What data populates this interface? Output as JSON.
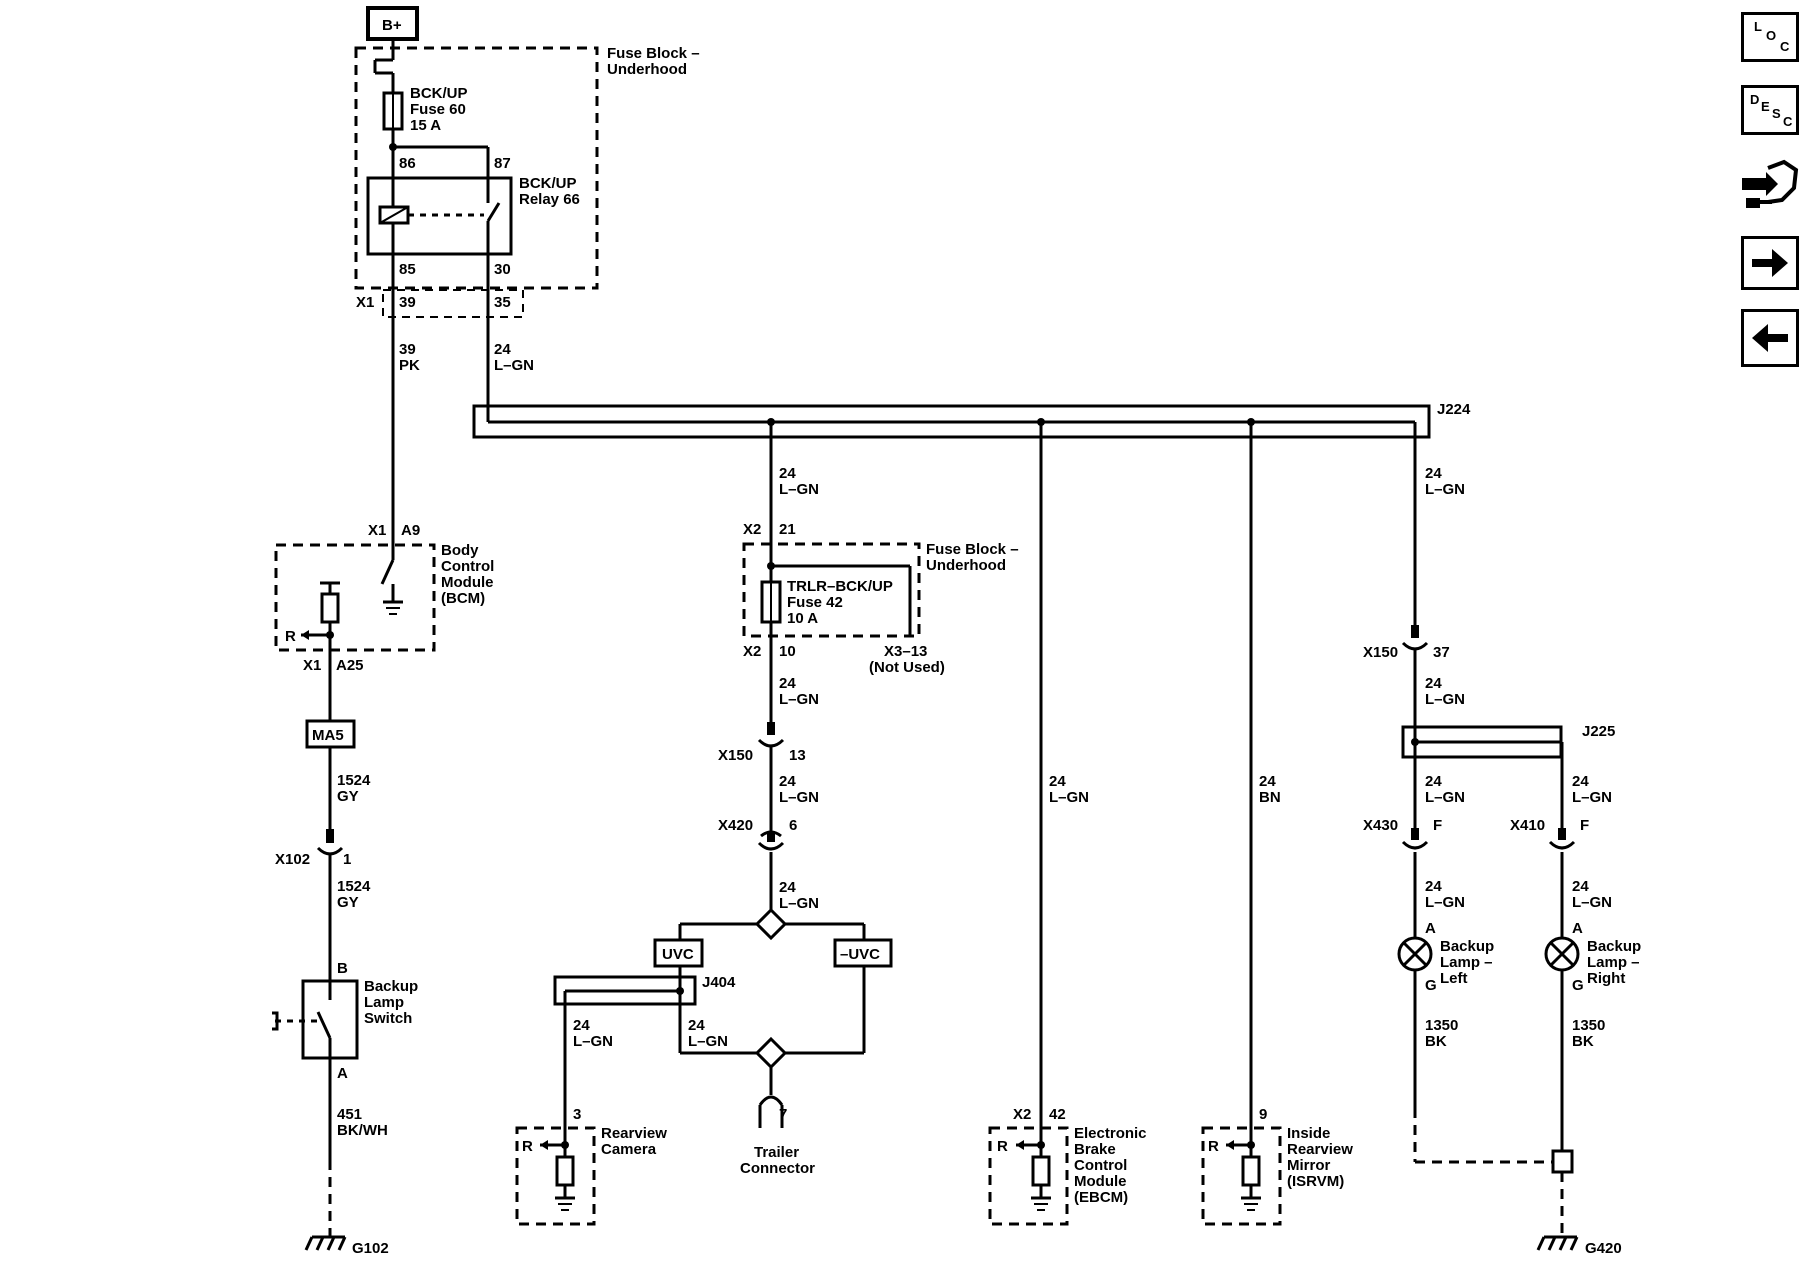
{
  "power": {
    "label": "B+"
  },
  "fuse_block_top": {
    "title_line1": "Fuse Block –",
    "title_line2": "Underhood"
  },
  "fuse60": {
    "name": "BCK/UP",
    "fuse": "Fuse 60",
    "rating": "15 A"
  },
  "relay": {
    "name": "BCK/UP",
    "title": "Relay 66",
    "pin86": "86",
    "pin87": "87",
    "pin85": "85",
    "pin30": "30"
  },
  "x1_top": {
    "conn": "X1",
    "pin_a": "39",
    "pin_b": "35"
  },
  "wire_39": {
    "circuit": "39",
    "color": "PK"
  },
  "wire_24_top": {
    "circuit": "24",
    "color": "L–GN"
  },
  "splice_j224": {
    "label": "J224"
  },
  "bcm": {
    "conn": "X1",
    "pin_in": "A9",
    "line1": "Body",
    "line2": "Control",
    "line3": "Module",
    "line4": "(BCM)",
    "r_label": "R",
    "conn_out": "X1",
    "pin_out": "A25"
  },
  "ma5": {
    "label": "MA5"
  },
  "wire_1524_a": {
    "circuit": "1524",
    "color": "GY"
  },
  "x102": {
    "conn": "X102",
    "pin": "1"
  },
  "wire_1524_b": {
    "circuit": "1524",
    "color": "GY"
  },
  "backup_switch": {
    "pin_b": "B",
    "line1": "Backup",
    "line2": "Lamp",
    "line3": "Switch",
    "pin_a": "A"
  },
  "wire_451": {
    "circuit": "451",
    "color": "BK/WH"
  },
  "ground_g102": {
    "label": "G102"
  },
  "trailer_branch": {
    "wire_in": {
      "circuit": "24",
      "color": "L–GN"
    },
    "conn_in": "X2",
    "pin_in": "21",
    "fb_line1": "Fuse Block –",
    "fb_line2": "Underhood",
    "fuse_name": "TRLR–BCK/UP",
    "fuse_num": "Fuse 42",
    "fuse_rating": "10 A",
    "conn_out": "X2",
    "pin_out": "10",
    "x3_pin": "X3–13",
    "not_used": "(Not Used)",
    "wire_a": {
      "circuit": "24",
      "color": "L–GN"
    },
    "x150": "X150",
    "x150_pin": "13",
    "wire_b": {
      "circuit": "24",
      "color": "L–GN"
    },
    "x420": "X420",
    "x420_pin": "6",
    "wire_c": {
      "circuit": "24",
      "color": "L–GN"
    },
    "uvc": "UVC",
    "not_uvc": "–UVC",
    "j404": "J404",
    "wire_cam": {
      "circuit": "24",
      "color": "L–GN"
    },
    "wire_trl": {
      "circuit": "24",
      "color": "L–GN"
    },
    "cam_pin": "3",
    "cam_line1": "Rearview",
    "cam_line2": "Camera",
    "cam_r": "R",
    "trl_pin": "7",
    "trl_line1": "Trailer",
    "trl_line2": "Connector"
  },
  "ebcm": {
    "wire": {
      "circuit": "24",
      "color": "L–GN"
    },
    "conn": "X2",
    "pin": "42",
    "r": "R",
    "line1": "Electronic",
    "line2": "Brake",
    "line3": "Control",
    "line4": "Module",
    "line5": "(EBCM)"
  },
  "isrvm": {
    "wire": {
      "circuit": "24",
      "color": "BN"
    },
    "pin": "9",
    "r": "R",
    "line1": "Inside",
    "line2": "Rearview",
    "line3": "Mirror",
    "line4": "(ISRVM)"
  },
  "lamps": {
    "wire_in": {
      "circuit": "24",
      "color": "L–GN"
    },
    "x150": "X150",
    "x150_pin": "37",
    "wire_mid": {
      "circuit": "24",
      "color": "L–GN"
    },
    "j225": "J225",
    "left": {
      "wire": {
        "circuit": "24",
        "color": "L–GN"
      },
      "conn": "X430",
      "pin": "F",
      "wire2": {
        "circuit": "24",
        "color": "L–GN"
      },
      "pin_a": "A",
      "pin_g": "G",
      "line1": "Backup",
      "line2": "Lamp –",
      "line3": "Left",
      "gnd_wire": {
        "circuit": "1350",
        "color": "BK"
      }
    },
    "right": {
      "wire": {
        "circuit": "24",
        "color": "L–GN"
      },
      "conn": "X410",
      "pin": "F",
      "wire2": {
        "circuit": "24",
        "color": "L–GN"
      },
      "pin_a": "A",
      "pin_g": "G",
      "line1": "Backup",
      "line2": "Lamp –",
      "line3": "Right",
      "gnd_wire": {
        "circuit": "1350",
        "color": "BK"
      }
    },
    "ground": "G420"
  },
  "nav": {
    "loc": {
      "l1": "L",
      "l2": "O",
      "l3": "C"
    },
    "desc": {
      "l1": "D",
      "l2": "E",
      "l3": "S",
      "l4": "C"
    }
  }
}
